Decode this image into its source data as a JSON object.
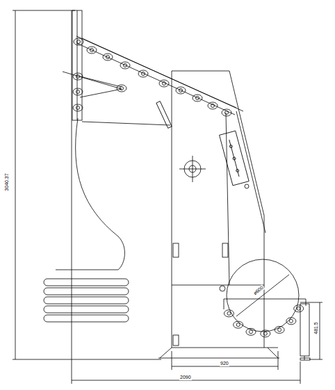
{
  "diagram": {
    "labels": [
      "3040.37",
      "ø600",
      "481.5",
      "920",
      "2090"
    ]
  }
}
